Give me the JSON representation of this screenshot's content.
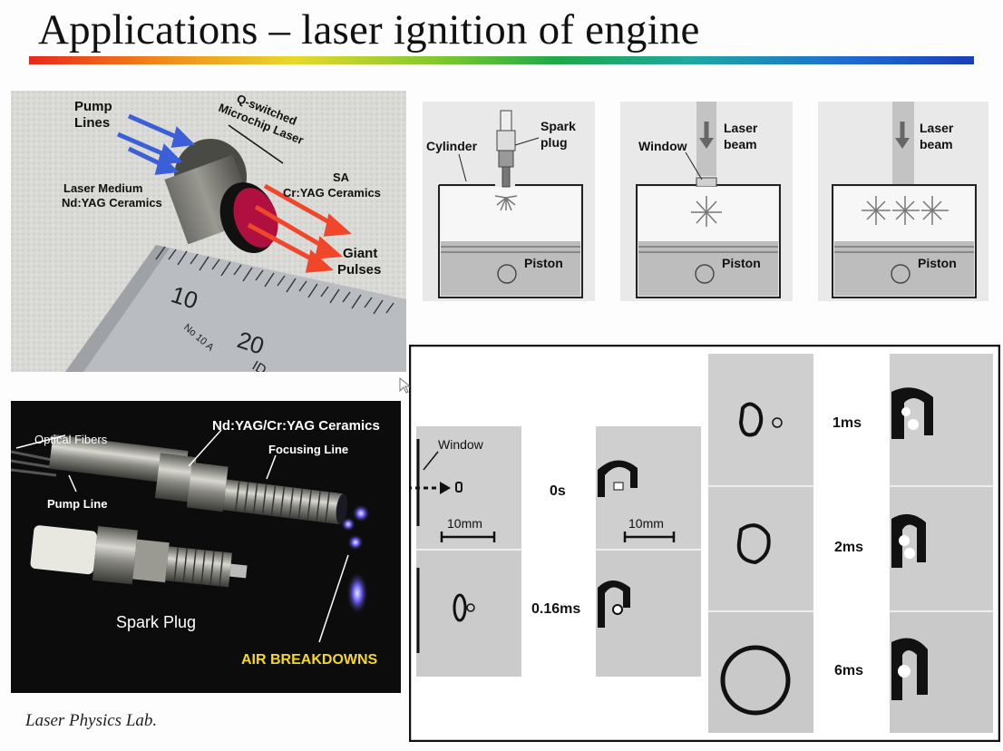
{
  "slide": {
    "title": "Applications – laser ignition of engine",
    "footer": "Laser Physics Lab."
  },
  "microchip_photo": {
    "pump_lines": [
      "Pump",
      "Lines"
    ],
    "q_switched": [
      "Q-switched",
      "Microchip Laser"
    ],
    "laser_medium": [
      "Laser Medium",
      "Nd:YAG Ceramics"
    ],
    "sa": [
      "SA",
      "Cr:YAG Ceramics"
    ],
    "giant_pulses": [
      "Giant",
      "Pulses"
    ],
    "ruler_10": "10",
    "ruler_20": "20",
    "ruler_text": "No 10 A",
    "ruler_id": "ID"
  },
  "diagrams": {
    "d1": {
      "cylinder": "Cylinder",
      "spark_plug": [
        "Spark",
        "plug"
      ],
      "piston": "Piston"
    },
    "d2": {
      "window": "Window",
      "laser_beam": [
        "Laser",
        "beam"
      ],
      "piston": "Piston"
    },
    "d3": {
      "laser_beam": [
        "Laser",
        "beam"
      ],
      "piston": "Piston"
    }
  },
  "plug_photo": {
    "optical_fibers": "Optical Fibers",
    "ceramics": "Nd:YAG/Cr:YAG Ceramics",
    "focusing_line": "Focusing Line",
    "pump_line": "Pump Line",
    "spark_plug": "Spark Plug",
    "air_breakdowns": "AIR BREAKDOWNS"
  },
  "combustion": {
    "window": "Window",
    "scale_left": "10mm",
    "scale_right": "10mm",
    "times": [
      "0s",
      "0.16ms",
      "1ms",
      "2ms",
      "6ms"
    ]
  }
}
